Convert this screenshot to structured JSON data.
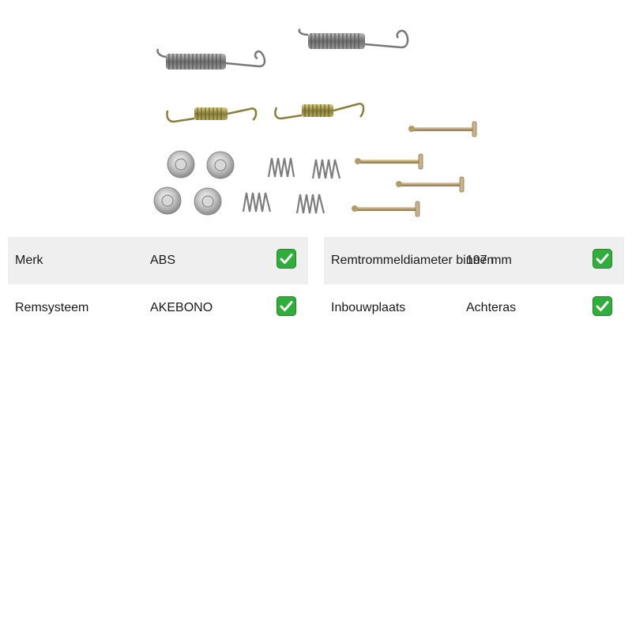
{
  "image": {
    "alt": "",
    "icon": "brake-shoe-spring-kit-illustration"
  },
  "colors": {
    "row_shade": "#efefef",
    "check_green": "#2fae3c",
    "check_border": "#1f8a2a"
  },
  "specs_left": [
    {
      "label": "Merk",
      "value": "ABS",
      "icon": "check-icon"
    },
    {
      "label": "Remsysteem",
      "value": "AKEBONO",
      "icon": "check-icon"
    }
  ],
  "specs_right": [
    {
      "label": "Remtrommeldiameter binnen",
      "value": "197 mm",
      "icon": "check-icon"
    },
    {
      "label": "Inbouwplaats",
      "value": "Achteras",
      "icon": "check-icon"
    }
  ]
}
